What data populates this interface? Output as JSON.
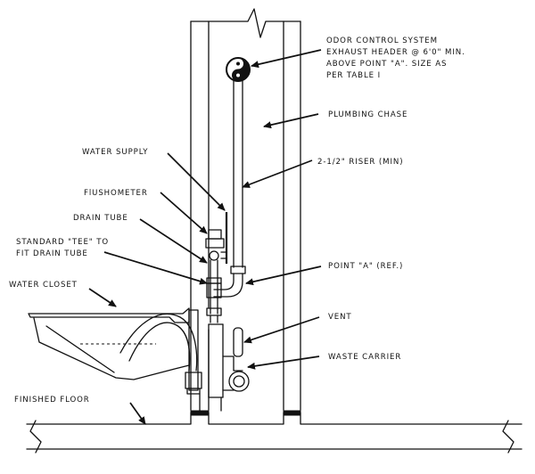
{
  "labels": {
    "odor_control_1": "ODOR CONTROL SYSTEM",
    "odor_control_2": "EXHAUST HEADER @ 6'0\" MIN.",
    "odor_control_3": "ABOVE POINT \"A\". SIZE AS",
    "odor_control_4": "PER TABLE I",
    "plumbing_chase": "PLUMBING CHASE",
    "water_supply": "WATER SUPPLY",
    "riser": "2-1/2\" RISER (MIN)",
    "flushometer": "FlUSHOMETER",
    "drain_tube": "DRAIN TUBE",
    "tee_1": "STANDARD \"TEE\" TO",
    "tee_2": "FIT DRAIN TUBE",
    "point_a": "POINT \"A\" (REF.)",
    "water_closet": "WATER CLOSET",
    "vent": "VENT",
    "waste_carrier": "WASTE CARRIER",
    "finished_floor": "FINISHED FLOOR"
  }
}
